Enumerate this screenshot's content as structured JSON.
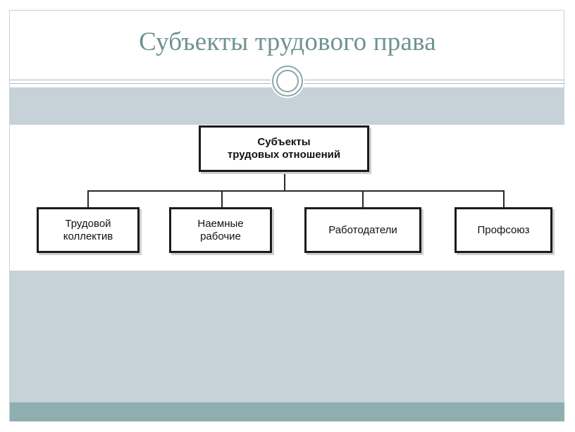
{
  "slide": {
    "title": "Субъекты трудового права"
  },
  "diagram": {
    "root": "Субъекты\nтрудовых отношений",
    "children": [
      "Трудовой\nколлектив",
      "Наемные\nрабочие",
      "Работодатели",
      "Профсоюз"
    ]
  },
  "colors": {
    "title": "#6f9391",
    "band": "#c7d1d8",
    "footer": "#8faeb0",
    "ornament": "#8ea6a9"
  }
}
